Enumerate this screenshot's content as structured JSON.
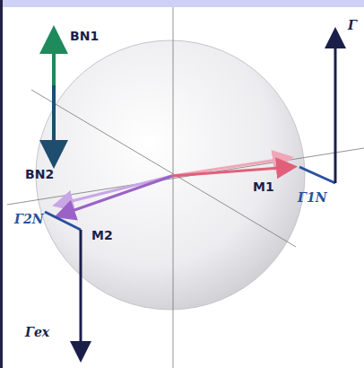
{
  "diagram": {
    "labels": [
      "BN1",
      "BN2",
      "M1",
      "Γ1N",
      "M2",
      "Γ2N",
      "Γex",
      "Γ"
    ]
  }
}
